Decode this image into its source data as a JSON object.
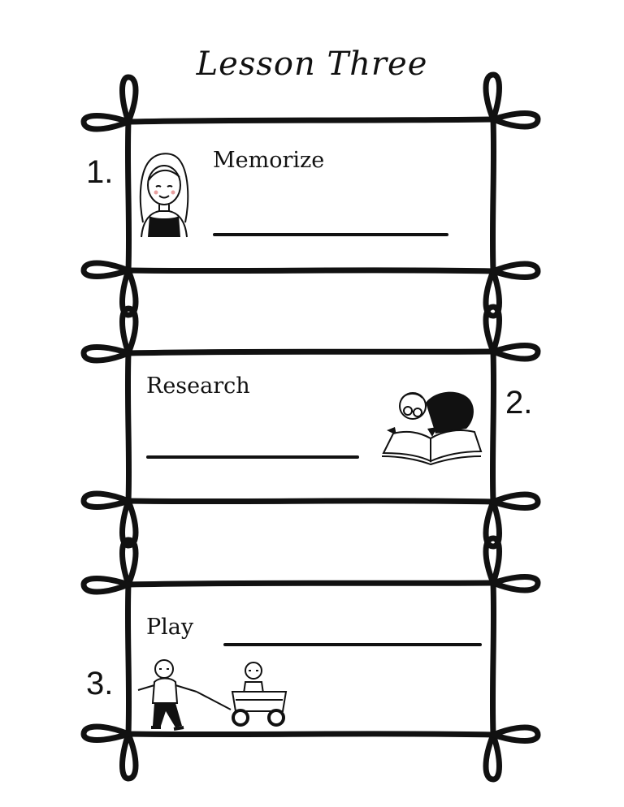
{
  "worksheet": {
    "title": "Lesson Three",
    "items": [
      {
        "number": "1.",
        "label": "Memorize",
        "illustration": "girl-portrait"
      },
      {
        "number": "2.",
        "label": "Research",
        "illustration": "man-reading-book"
      },
      {
        "number": "3.",
        "label": "Play",
        "illustration": "kids-with-wagon"
      }
    ],
    "colors": {
      "ink": "#111111",
      "paper": "#ffffff"
    }
  }
}
